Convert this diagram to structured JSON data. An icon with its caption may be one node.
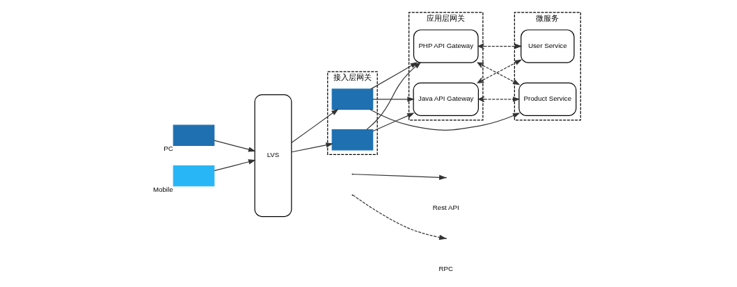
{
  "diagram": {
    "nodes": [
      {
        "text": [],
        "shape": "box",
        "beside": [
          "PC"
        ]
      },
      {
        "text": [],
        "shape": "box",
        "beside": [
          "Mobile"
        ]
      },
      {
        "text": [
          "LVS"
        ]
      },
      {
        "text": [
          "接入层网关"
        ]
      },
      {
        "text": [],
        "shape": "box",
        "in": 3
      },
      {
        "text": [],
        "shape": "box",
        "in": 3
      },
      {
        "text": [
          "应用层网关"
        ]
      },
      {
        "text": [
          "PHP API Gateway"
        ],
        "in": 6
      },
      {
        "text": [
          "Java API Gateway"
        ],
        "in": 6
      },
      {
        "text": [
          "微服务"
        ]
      },
      {
        "text": [
          "Product Service"
        ],
        "in": 9
      },
      {
        "text": [
          "User Service"
        ],
        "in": 9
      }
    ],
    "edges": [
      {
        "from": 0,
        "to": 2,
        "arrow": "to"
      },
      {
        "from": 1,
        "to": 2,
        "arrow": "to"
      },
      {
        "from": 2,
        "to": 4,
        "arrow": "to"
      },
      {
        "from": 2,
        "to": 5,
        "arrow": "to"
      },
      {
        "from": 4,
        "to": 10,
        "arrow": "to"
      },
      {
        "from": 4,
        "to": 7,
        "arrow": "to"
      },
      {
        "from": 4,
        "to": 8,
        "arrow": "to"
      },
      {
        "from": 5,
        "to": 7,
        "arrow": "to"
      },
      {
        "from": 5,
        "to": 8,
        "arrow": "to"
      },
      {
        "from": 7,
        "to": 10,
        "arrow": "both",
        "style": "dashed"
      },
      {
        "from": 7,
        "to": 11,
        "arrow": "both",
        "style": "dashed"
      },
      {
        "from": 8,
        "to": 10,
        "arrow": "both",
        "style": "dashed"
      },
      {
        "from": 8,
        "to": 11,
        "arrow": "both",
        "style": "dashed"
      }
    ],
    "legend": [
      {
        "text": "Rest API"
      },
      {
        "text": "RPC"
      }
    ]
  }
}
